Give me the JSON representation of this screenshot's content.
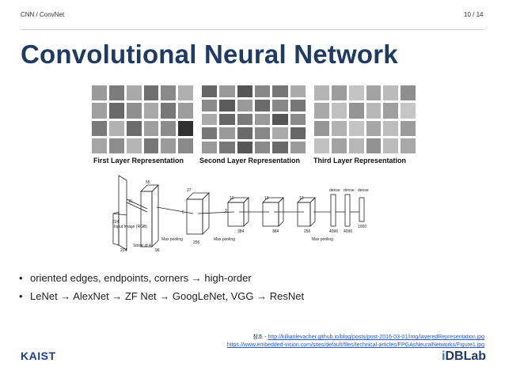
{
  "header": {
    "breadcrumb": "CNN / ConvNet",
    "page": "10 / 14"
  },
  "title": "Convolutional Neural Network",
  "figure": {
    "captions": [
      "First Layer Representation",
      "Second Layer Representation",
      "Third Layer Representation"
    ],
    "diagram_labels": {
      "input": "Input Image (RGB)",
      "size224": "224",
      "size11": "11",
      "stride": "Stride of 4",
      "size96": "96",
      "size55": "55",
      "size27": "27",
      "size256": "256",
      "size13": "13",
      "size384": "384",
      "size3": "3",
      "size5": "5",
      "maxpool": "Max pooling",
      "dense": "dense",
      "n4096": "4096",
      "n1000": "1000"
    }
  },
  "bullets": [
    "oriented edges, endpoints, corners → high-order",
    "LeNet → AlexNet → ZF Net → GoogLeNet, VGG → ResNet"
  ],
  "references": {
    "prefix": "참조 - ",
    "link1": "http://killianlevacher.github.io/blog/posts/post-2016-03-01/img/layeredRepresentation.jpg",
    "link2": "https://www.embedded-vision.com/sites/default/files/technical-articles/FPGAsNeuralNetworks/Figure1.jpg"
  },
  "logos": {
    "left": "KAIST",
    "right_prefix": "i",
    "right": "DBLab"
  }
}
